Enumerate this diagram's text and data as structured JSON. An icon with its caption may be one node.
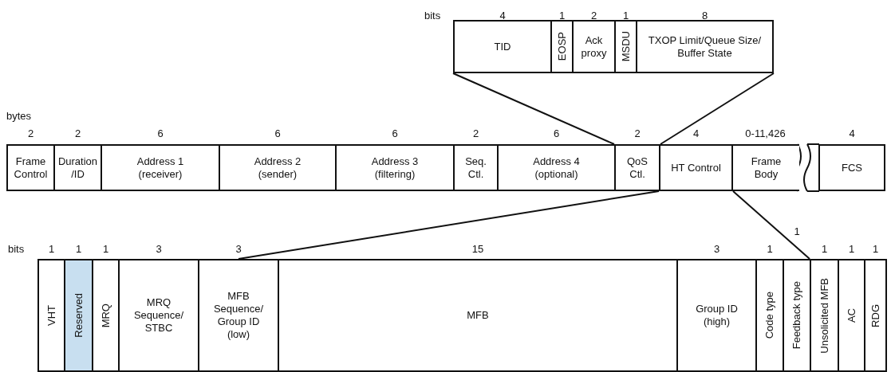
{
  "diagram": {
    "nodes": [
      {
        "text": [
          "TID"
        ],
        "beside": [
          "4"
        ]
      },
      {
        "text": [
          "EOSP"
        ],
        "beside": [
          "1"
        ]
      },
      {
        "text": [
          "Ack proxy"
        ],
        "beside": [
          "2"
        ]
      },
      {
        "text": [
          "MSDU"
        ],
        "beside": [
          "1"
        ]
      },
      {
        "text": [
          "TXOP Limit/Queue Size/ Buffer State"
        ],
        "beside": [
          "8"
        ]
      },
      {
        "text": [
          "Frame Control"
        ],
        "beside": [
          "2"
        ]
      },
      {
        "text": [
          "Duration /ID"
        ],
        "beside": [
          "2"
        ]
      },
      {
        "text": [
          "Address 1 (receiver)"
        ],
        "beside": [
          "6"
        ]
      },
      {
        "text": [
          "Address 2 (sender)"
        ],
        "beside": [
          "6"
        ]
      },
      {
        "text": [
          "Address 3 (filtering)"
        ],
        "beside": [
          "6"
        ]
      },
      {
        "text": [
          "Seq. Ctl."
        ],
        "beside": [
          "2"
        ]
      },
      {
        "text": [
          "Address 4 (optional)"
        ],
        "beside": [
          "6"
        ]
      },
      {
        "text": [
          "QoS Ctl."
        ],
        "beside": [
          "2"
        ]
      },
      {
        "text": [
          "HT Control"
        ],
        "beside": [
          "4"
        ]
      },
      {
        "text": [
          "Frame Body"
        ],
        "beside": [
          "0-11,426"
        ]
      },
      {
        "text": [
          "FCS"
        ],
        "beside": [
          "4"
        ]
      },
      {
        "text": [
          "VHT"
        ],
        "beside": [
          "1"
        ]
      },
      {
        "text": [
          "Reserved"
        ],
        "beside": [
          "1"
        ]
      },
      {
        "text": [
          "MRQ"
        ],
        "beside": [
          "1"
        ]
      },
      {
        "text": [
          "MRQ Sequence/ STBC"
        ],
        "beside": [
          "3"
        ]
      },
      {
        "text": [
          "MFB Sequence/ Group ID (low)"
        ],
        "beside": [
          "3"
        ]
      },
      {
        "text": [
          "MFB"
        ],
        "beside": [
          "15"
        ]
      },
      {
        "text": [
          "Group ID (high)"
        ],
        "beside": [
          "3"
        ]
      },
      {
        "text": [
          "Code type"
        ],
        "beside": [
          "1"
        ]
      },
      {
        "text": [
          "Feedback type"
        ],
        "beside": [
          "1"
        ]
      },
      {
        "text": [
          "Unsolicited MFB"
        ],
        "beside": [
          "1"
        ]
      },
      {
        "text": [
          "AC"
        ],
        "beside": [
          "1"
        ]
      },
      {
        "text": [
          "RDG"
        ],
        "beside": [
          "1"
        ]
      }
    ],
    "edges": [
      {
        "from": 12,
        "to": 0,
        "arrow": "none"
      },
      {
        "from": 12,
        "to": 4,
        "arrow": "none"
      },
      {
        "from": 13,
        "to": 20,
        "arrow": "none"
      },
      {
        "from": 13,
        "to": 25,
        "arrow": "none"
      }
    ],
    "labels": [
      "bits",
      "bytes",
      "bits"
    ]
  }
}
